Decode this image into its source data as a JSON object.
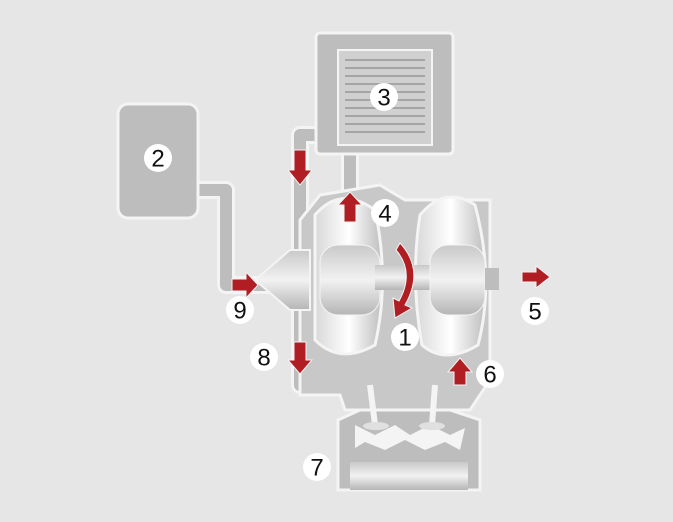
{
  "diagram": {
    "labels": [
      "1",
      "2",
      "3",
      "4",
      "5",
      "6",
      "7",
      "8",
      "9"
    ],
    "colors": {
      "background": "#e6e6e6",
      "component": "#bdbdbd",
      "outline": "#f4f4f4",
      "arrow": "#b01e23"
    }
  }
}
